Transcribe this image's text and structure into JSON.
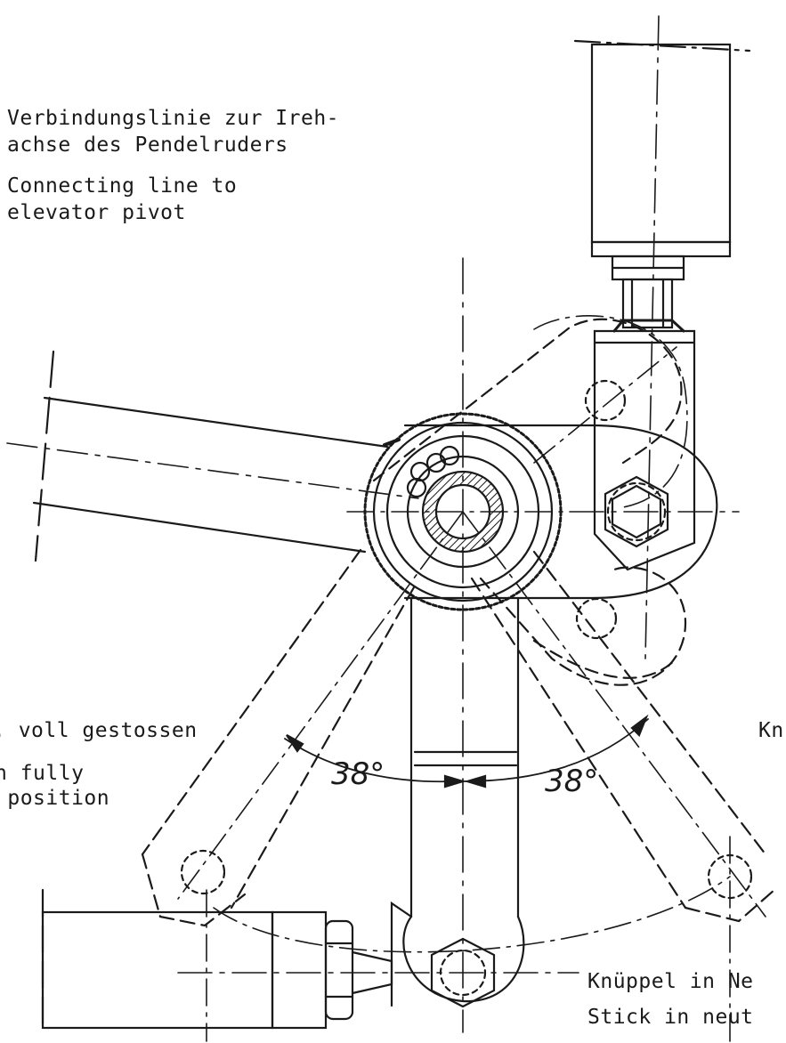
{
  "labels": {
    "connecting_de_1": "Verbindungslinie zur Ireh-",
    "connecting_de_2": "achse des Pendelruders",
    "connecting_en_1": "Connecting line to",
    "connecting_en_2": "elevator pivot",
    "left_de": ". voll gestossen",
    "left_en_1": "n fully",
    "left_en_2": " position",
    "right_top_de": "Kn",
    "neutral_de": "Knüppel in Ne",
    "neutral_en": "Stick in neut",
    "angle_left": "38°",
    "angle_right": "38°"
  },
  "colors": {
    "ink": "#1a1a1a",
    "paper": "#ffffff"
  }
}
